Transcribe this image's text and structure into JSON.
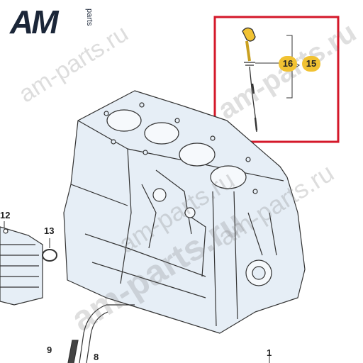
{
  "logo": {
    "main": "AM",
    "sub": "parts"
  },
  "watermarks": [
    "am-parts.ru",
    "am-parts.ru",
    "am-parts.ru",
    "am-parts.ru",
    "am-parts.ru"
  ],
  "callouts": {
    "c16": "16",
    "c15": "15",
    "c13": "13",
    "c12": "12",
    "c9": "9",
    "c8": "8",
    "c1": "1"
  },
  "colors": {
    "highlight_box": "#d4182a",
    "callout_badge": "#f1c232",
    "block_fill": "#e6eef6",
    "line": "#333333"
  }
}
